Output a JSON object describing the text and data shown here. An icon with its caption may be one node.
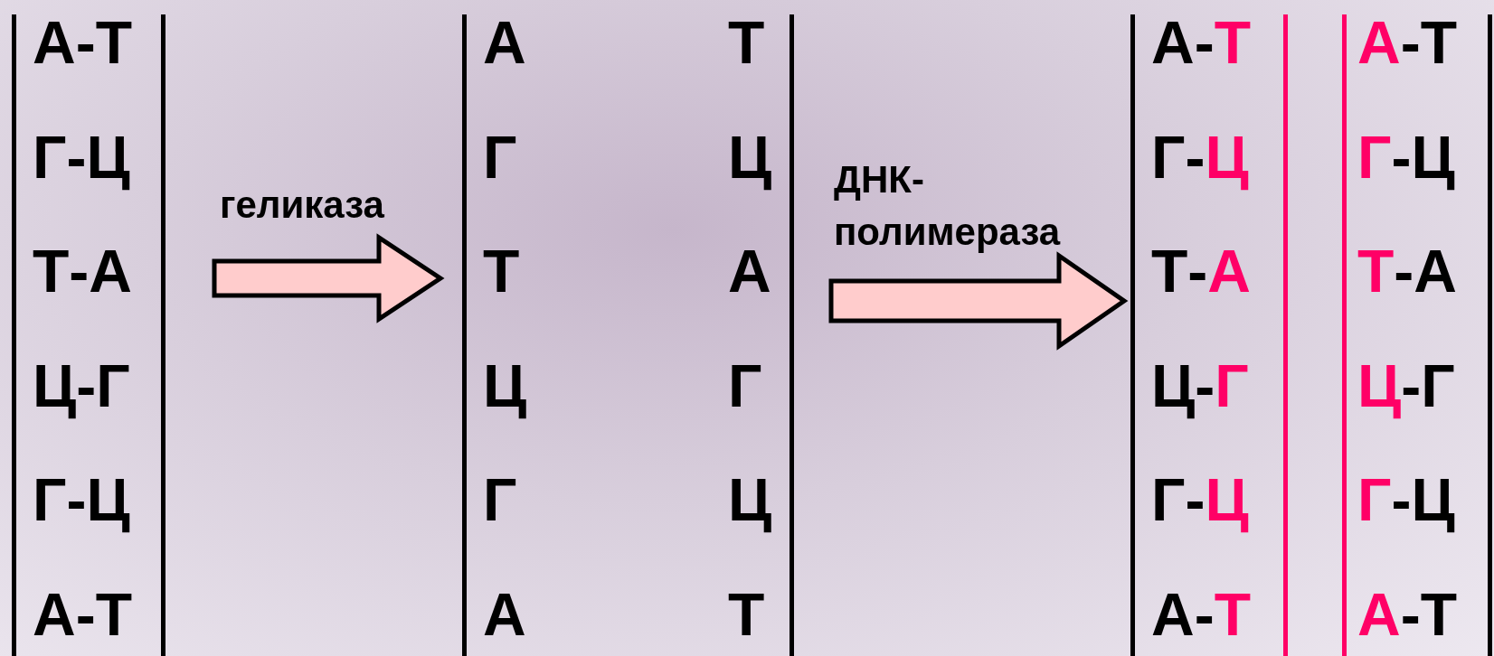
{
  "diagram": {
    "nodes": [
      {
        "text": [
          "А-Т",
          "Г-Ц",
          "Т-А",
          "Ц-Г",
          "Г-Ц",
          "А-Т"
        ]
      },
      {
        "text": [
          "А",
          "Г",
          "Т",
          "Ц",
          "Г",
          "А"
        ]
      },
      {
        "text": [
          "Т",
          "Ц",
          "А",
          "Г",
          "Ц",
          "Т"
        ]
      },
      {
        "text": [
          "А-Т",
          "Г-Ц",
          "Т-А",
          "Ц-Г",
          "Г-Ц",
          "А-Т"
        ]
      },
      {
        "text": [
          "А-Т",
          "Г-Ц",
          "Т-А",
          "Ц-Г",
          "Г-Ц",
          "А-Т"
        ]
      }
    ],
    "edges": [
      {
        "from": 0,
        "to": 1,
        "arrow": "to",
        "label": "геликаза"
      },
      {
        "from": 2,
        "to": 3,
        "arrow": "to",
        "label": "ДНК-полимераза"
      }
    ]
  }
}
